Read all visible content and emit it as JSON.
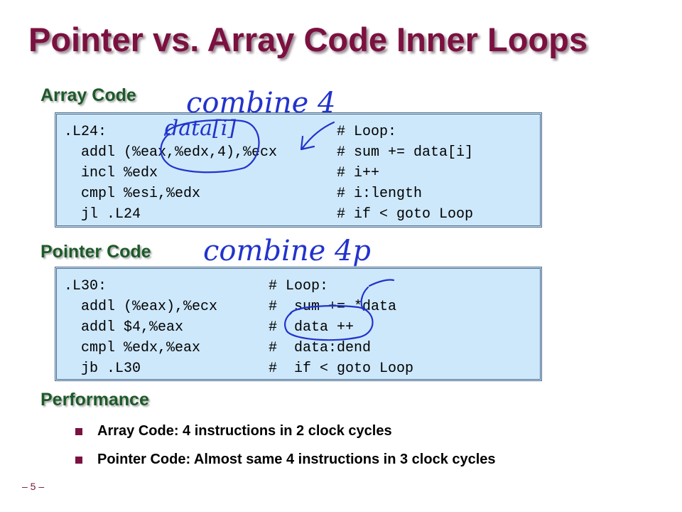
{
  "title": "Pointer vs. Array Code Inner Loops",
  "array_section": {
    "heading": "Array Code",
    "lines": [
      {
        "instr": ".L24:",
        "comment": "# Loop:"
      },
      {
        "instr": "  addl (%eax,%edx,4),%ecx",
        "comment": "# sum += data[i]"
      },
      {
        "instr": "  incl %edx",
        "comment": "# i++"
      },
      {
        "instr": "  cmpl %esi,%edx",
        "comment": "# i:length"
      },
      {
        "instr": "  jl .L24",
        "comment": "# if < goto Loop"
      }
    ]
  },
  "pointer_section": {
    "heading": "Pointer Code",
    "lines": [
      {
        "instr": ".L30:",
        "comment": "# Loop:"
      },
      {
        "instr": "  addl (%eax),%ecx",
        "comment": "#  sum += *data"
      },
      {
        "instr": "  addl $4,%eax",
        "comment": "#  data ++"
      },
      {
        "instr": "  cmpl %edx,%eax",
        "comment": "#  data:dend"
      },
      {
        "instr": "  jb .L30",
        "comment": "#  if < goto Loop"
      }
    ]
  },
  "performance": {
    "heading": "Performance",
    "bullets": [
      "Array Code: 4 instructions in 2 clock cycles",
      "Pointer Code: Almost same 4 instructions in 3 clock cycles"
    ]
  },
  "handwriting": {
    "note_combine4": "combine 4",
    "note_data_i": "data[i]",
    "note_combine4p": "combine 4p",
    "ink_color": "#2233cc"
  },
  "page_number": "– 5 –",
  "colors": {
    "title": "#7b1140",
    "heading": "#1c5a28",
    "code_bg": "#cde8fb",
    "bullet": "#7b1140"
  }
}
